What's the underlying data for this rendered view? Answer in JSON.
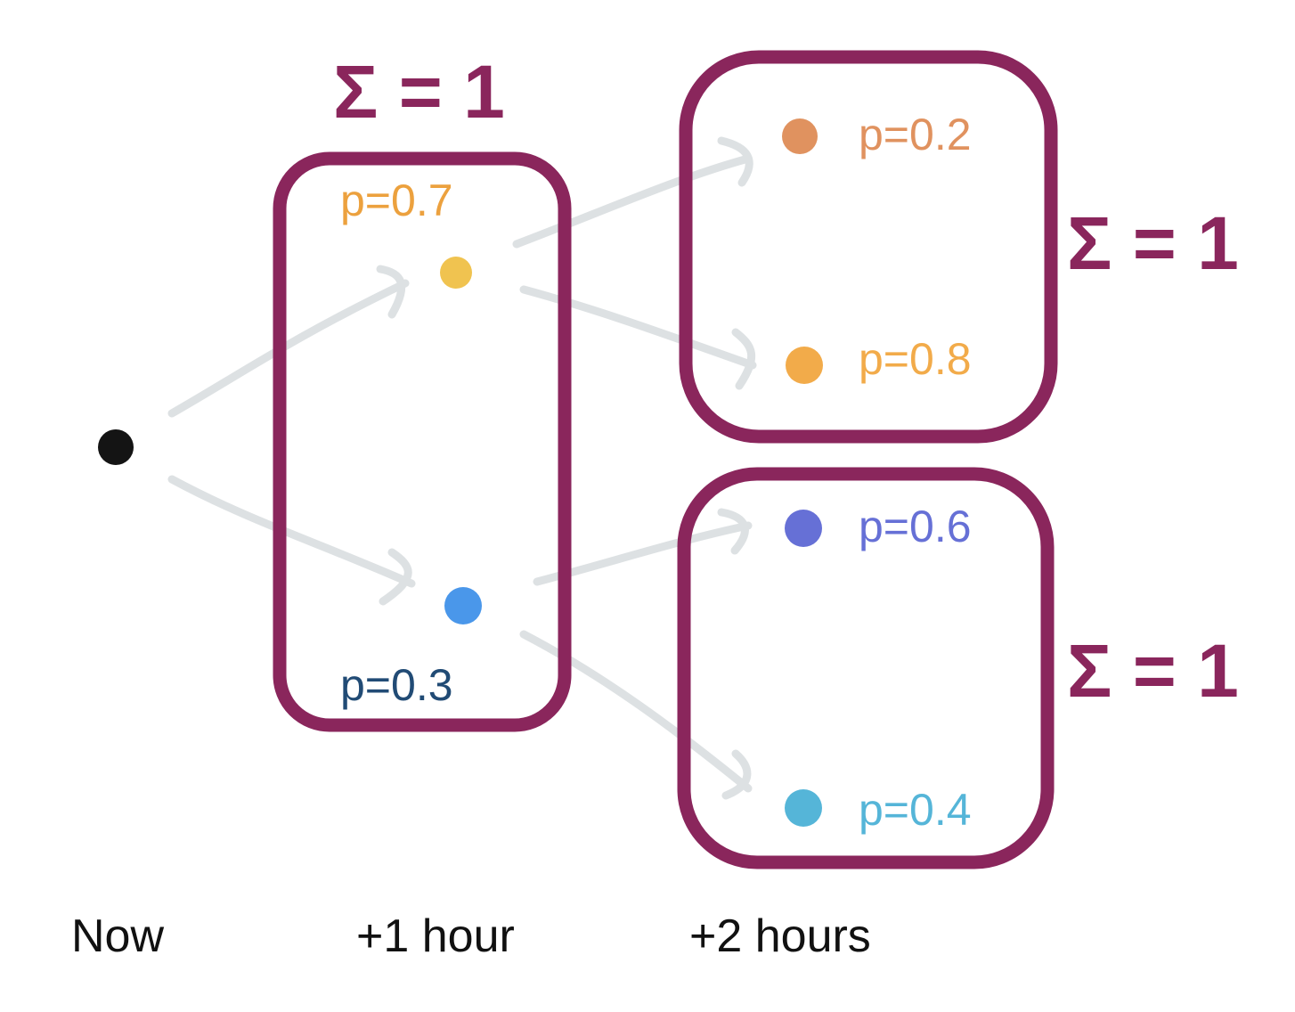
{
  "colors": {
    "box": "#8a265c",
    "arrow": "#dde1e3",
    "now": "#141414",
    "hour1_top": "#f0c350",
    "hour1_bottom": "#4a97ea",
    "hour2_a": "#e0925f",
    "hour2_b": "#f2ab4a",
    "hour2_c": "#6670d6",
    "hour2_d": "#55b5d8"
  },
  "sums": {
    "hour1": "Σ = 1",
    "hour2_upper": "Σ = 1",
    "hour2_lower": "Σ = 1"
  },
  "probabilities": {
    "hour1_top": "p=0.7",
    "hour1_bottom": "p=0.3",
    "hour2_a": "p=0.2",
    "hour2_b": "p=0.8",
    "hour2_c": "p=0.6",
    "hour2_d": "p=0.4"
  },
  "probability_colors": {
    "hour1_top": "#eca13e",
    "hour1_bottom": "#214b75",
    "hour2_a": "#e0925f",
    "hour2_b": "#f2ab4a",
    "hour2_c": "#6670d6",
    "hour2_d": "#55b5d8"
  },
  "time_labels": {
    "now": "Now",
    "hour1": "+1 hour",
    "hour2": "+2 hours"
  }
}
